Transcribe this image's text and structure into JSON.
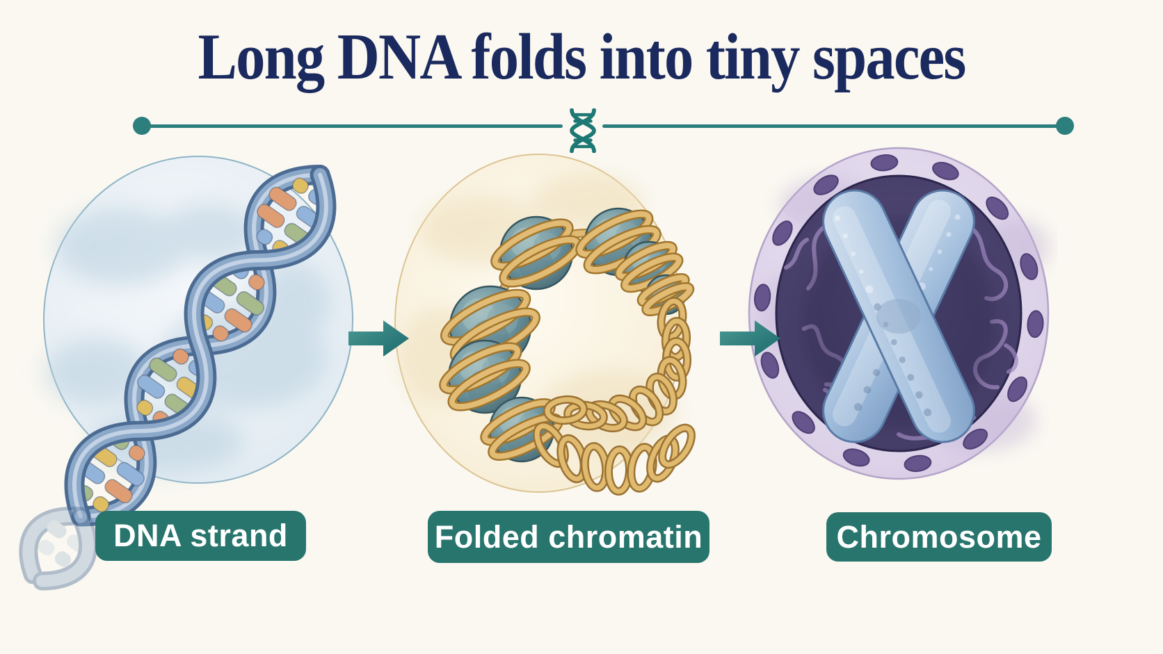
{
  "title": "Long DNA folds into tiny spaces",
  "divider": {
    "icon": "dna-helix-icon"
  },
  "stages": [
    {
      "label": "DNA strand",
      "illustration": "dna-double-helix-watercolor"
    },
    {
      "label": "Folded chromatin",
      "illustration": "nucleosome-beads-coiled-fiber-watercolor"
    },
    {
      "label": "Chromosome",
      "illustration": "x-chromosome-in-nucleus-watercolor"
    }
  ],
  "arrows": [
    {
      "icon": "arrow-right-icon"
    },
    {
      "icon": "arrow-right-icon"
    }
  ],
  "colors": {
    "background": "#faf8f1",
    "title_text": "#1b2a5e",
    "accent_teal": "#2c7f7d",
    "label_background": "#28756e",
    "label_text": "#ffffff"
  }
}
